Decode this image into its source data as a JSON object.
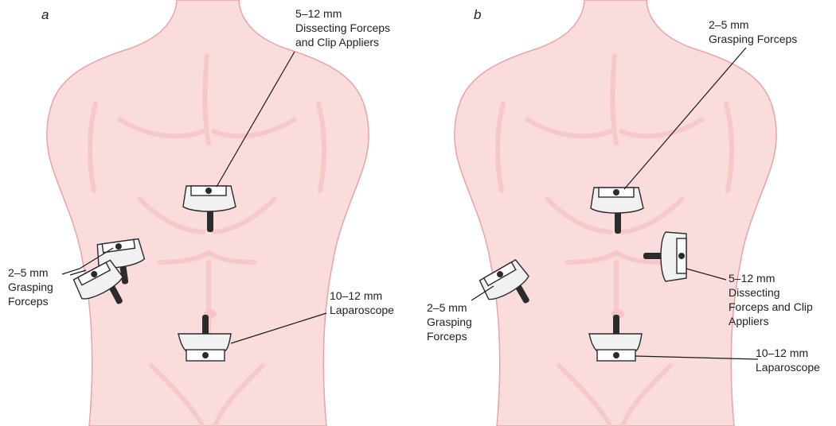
{
  "colors": {
    "skin_fill": "#fbdcdc",
    "skin_shade": "#f4c4c6",
    "skin_outline": "#e9a3a8",
    "port_fill": "#f1f1f1",
    "port_dark": "#2b2b2b",
    "leader_line": "#1a1a1a",
    "text": "#222222"
  },
  "panels": [
    {
      "id": "a",
      "letter": "a",
      "labels": [
        {
          "key": "dissecting",
          "lines": [
            "5–12 mm",
            "Dissecting Forceps",
            "and Clip Appliers"
          ]
        },
        {
          "key": "grasping",
          "lines": [
            "2–5 mm",
            "Grasping",
            "Forceps"
          ]
        },
        {
          "key": "laparoscope",
          "lines": [
            "10–12 mm",
            "Laparoscope"
          ]
        }
      ]
    },
    {
      "id": "b",
      "letter": "b",
      "labels": [
        {
          "key": "grasping-top",
          "lines": [
            "2–5 mm",
            "Grasping Forceps"
          ]
        },
        {
          "key": "dissecting",
          "lines": [
            "5–12 mm",
            "Dissecting",
            "Forceps and Clip",
            "Appliers"
          ]
        },
        {
          "key": "grasping",
          "lines": [
            "2–5 mm",
            "Grasping",
            "Forceps"
          ]
        },
        {
          "key": "laparoscope",
          "lines": [
            "10–12 mm",
            "Laparoscope"
          ]
        }
      ]
    }
  ]
}
